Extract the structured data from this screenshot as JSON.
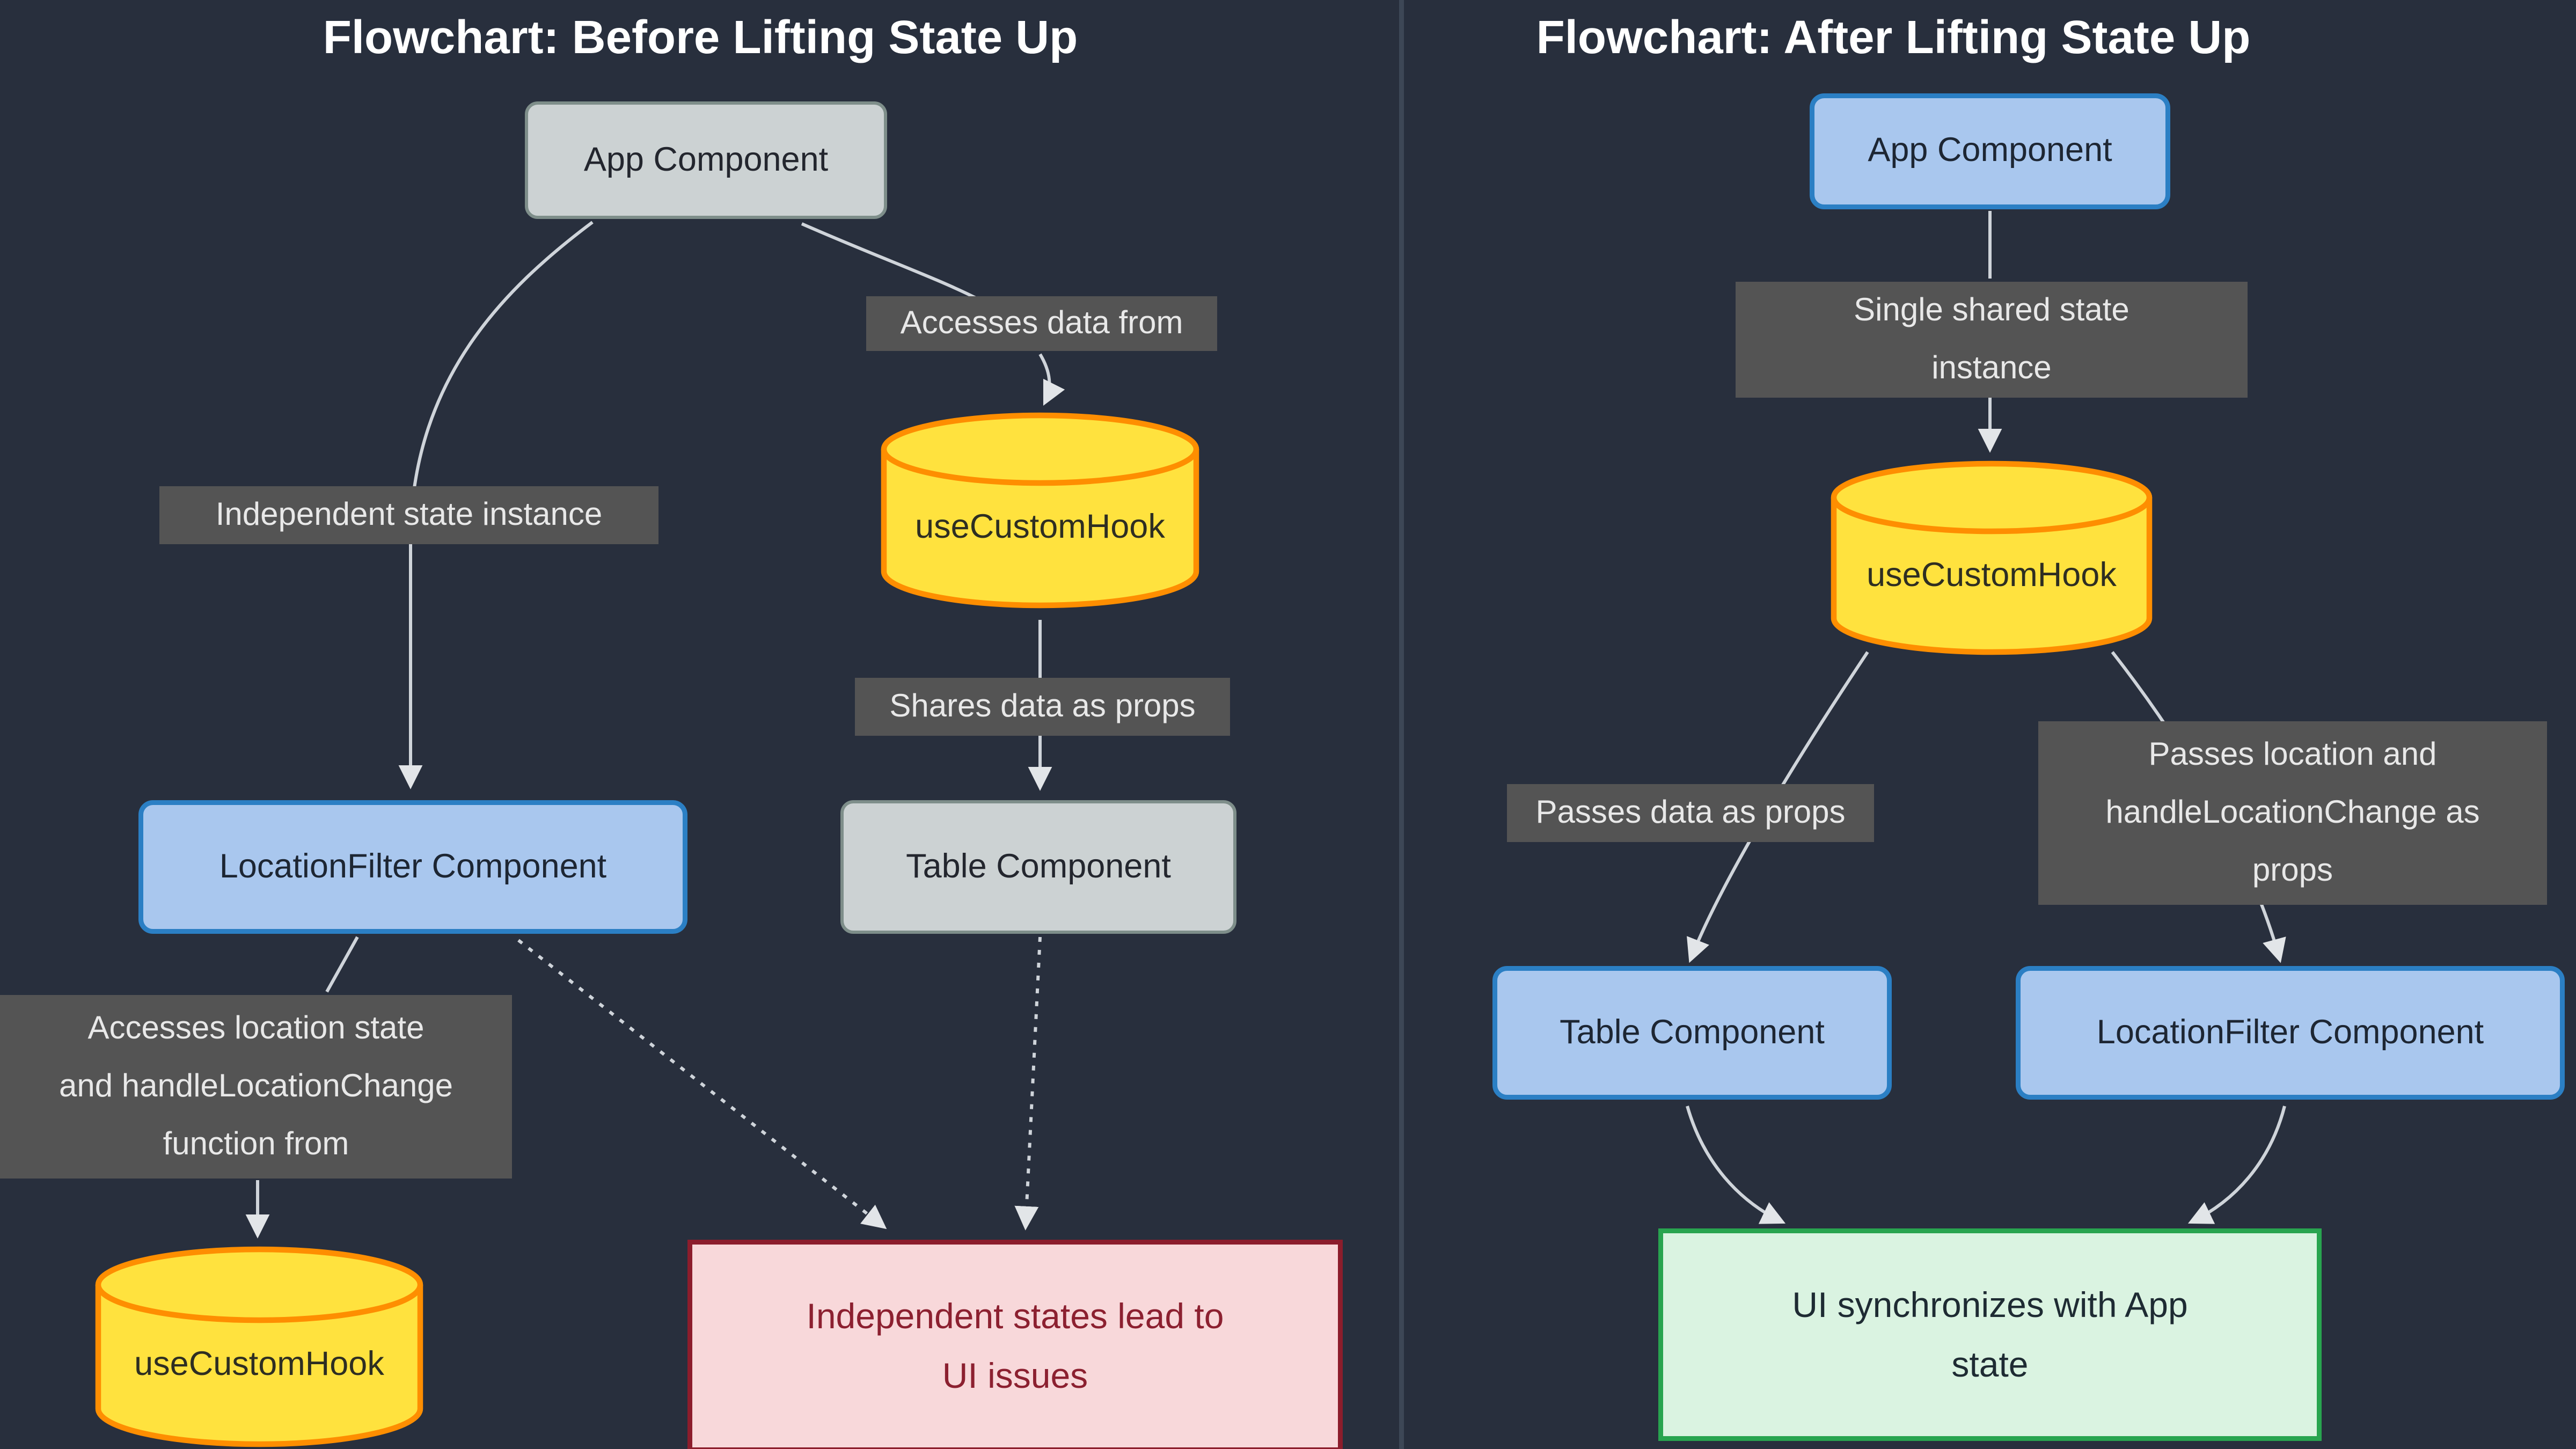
{
  "colors": {
    "background": "#282f3d",
    "divider": "#3d4756",
    "edge_line": "#cfd4da",
    "arrowhead": "#e2e5e8",
    "edge_label_bg": "#545454",
    "edge_label_text": "#e8e8e8",
    "gray_node_bg": "#ccd2d3",
    "gray_node_border": "#7e8e8a",
    "blue_node_bg": "#a9c7ee",
    "blue_node_border": "#2b7fc4",
    "cylinder_fill": "#ffe23e",
    "cylinder_border": "#fe8e01",
    "error_box_bg": "#f8d8da",
    "error_box_border": "#8c1d2c",
    "error_box_text": "#8c2030",
    "success_box_bg": "#daf3e1",
    "success_box_border": "#28a44f",
    "title_text": "#ffffff"
  },
  "left": {
    "title": "Flowchart: Before Lifting State Up",
    "nodes": {
      "app": "App Component",
      "hook_top": "useCustomHook",
      "location_filter": "LocationFilter Component",
      "table": "Table Component",
      "hook_bottom": "useCustomHook",
      "issue_lines": [
        "Independent states lead to",
        "UI issues"
      ]
    },
    "edge_labels": {
      "accesses_data": "Accesses data from",
      "independent_state": "Independent state instance",
      "shares_data": "Shares data as props",
      "accesses_location_lines": [
        "Accesses location state",
        "and handleLocationChange",
        "function from"
      ]
    }
  },
  "right": {
    "title": "Flowchart: After Lifting State Up",
    "nodes": {
      "app": "App Component",
      "hook": "useCustomHook",
      "table": "Table Component",
      "location_filter": "LocationFilter Component",
      "sync_lines": [
        "UI synchronizes with App",
        "state"
      ]
    },
    "edge_labels": {
      "single_shared_lines": [
        "Single shared state",
        "instance"
      ],
      "passes_data": "Passes data as props",
      "passes_location_lines": [
        "Passes location and",
        "handleLocationChange as",
        "props"
      ]
    }
  }
}
